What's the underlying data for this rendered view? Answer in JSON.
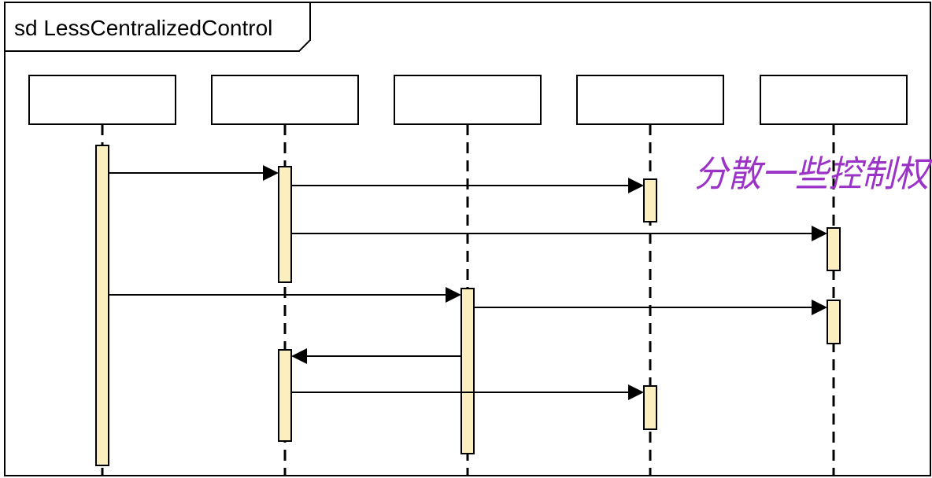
{
  "frame": {
    "title": "sd LessCentralizedControl"
  },
  "handwritten_note": "分散一些控制权",
  "colors": {
    "line": "#000000",
    "activation_fill": "#fbefbf",
    "lifeline_head_fill": "#ffffff",
    "note_ink": "#9b33c7",
    "background": "#ffffff"
  },
  "lifelines": [
    {
      "id": "L1",
      "name": ""
    },
    {
      "id": "L2",
      "name": ""
    },
    {
      "id": "L3",
      "name": ""
    },
    {
      "id": "L4",
      "name": ""
    },
    {
      "id": "L5",
      "name": ""
    }
  ],
  "messages": [
    {
      "from": "L1",
      "to": "L2",
      "label": ""
    },
    {
      "from": "L2",
      "to": "L4",
      "label": ""
    },
    {
      "from": "L2",
      "to": "L5",
      "label": ""
    },
    {
      "from": "L1",
      "to": "L3",
      "label": ""
    },
    {
      "from": "L3",
      "to": "L5",
      "label": ""
    },
    {
      "from": "L3",
      "to": "L2",
      "label": ""
    },
    {
      "from": "L2",
      "to": "L4",
      "label": ""
    }
  ]
}
